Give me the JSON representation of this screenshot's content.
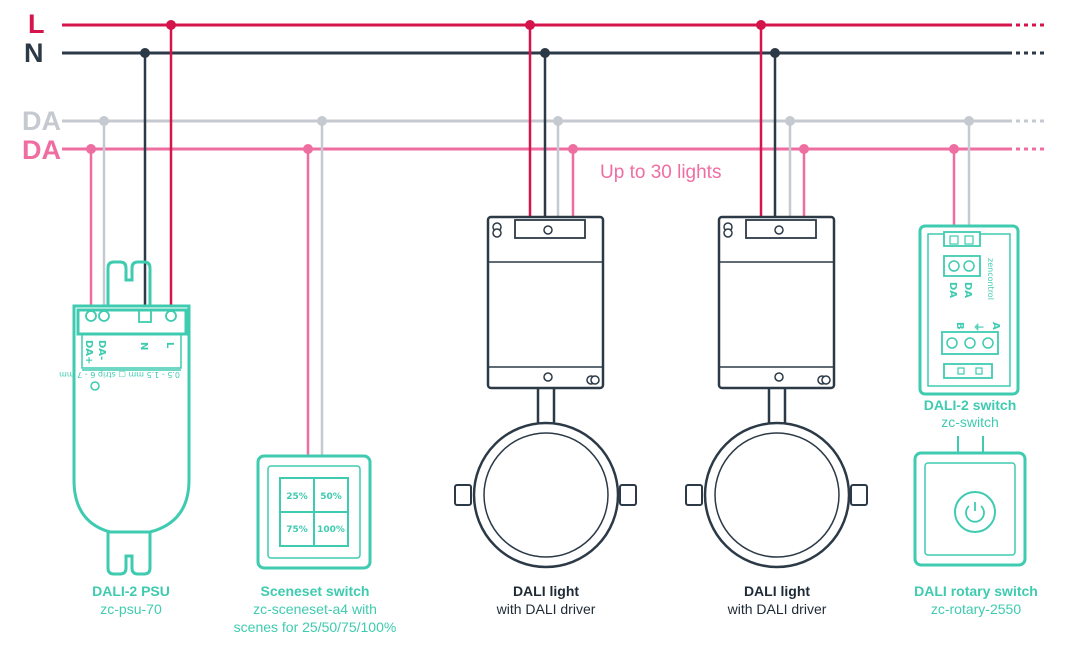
{
  "colors": {
    "live": "#d4144a",
    "neutral": "#2c3a47",
    "da_neg": "#c4cacf",
    "da_pos": "#ef6ea2",
    "device": "#3fcbb0"
  },
  "bus": {
    "live": "L",
    "neutral": "N",
    "da_minus": "DA",
    "da_plus": "DA"
  },
  "annotation": "Up to 30 lights",
  "psu": {
    "terminals": [
      "DA+",
      "DA-",
      "N",
      "L"
    ],
    "strip_note": "0.5 - 1.5 mm ▢ strip 6 - 7 mm",
    "title": "DALI-2 PSU",
    "model": "zc-psu-70"
  },
  "sceneset": {
    "buttons": [
      "25%",
      "50%",
      "75%",
      "100%"
    ],
    "title": "Sceneset switch",
    "model_line1": "zc-sceneset-a4 with",
    "model_line2": "scenes for 25/50/75/100%"
  },
  "light1": {
    "title": "DALI light",
    "subtitle": "with DALI driver"
  },
  "light2": {
    "title": "DALI light",
    "subtitle": "with DALI driver"
  },
  "dali_switch": {
    "brand": "zencontrol",
    "da_terminals": [
      "DA",
      "DA"
    ],
    "io_terminals": [
      "B",
      "⏚",
      "A"
    ],
    "title": "DALI-2 switch",
    "model": "zc-switch"
  },
  "rotary": {
    "icon": "power-icon",
    "title": "DALI rotary switch",
    "model": "zc-rotary-2550"
  }
}
